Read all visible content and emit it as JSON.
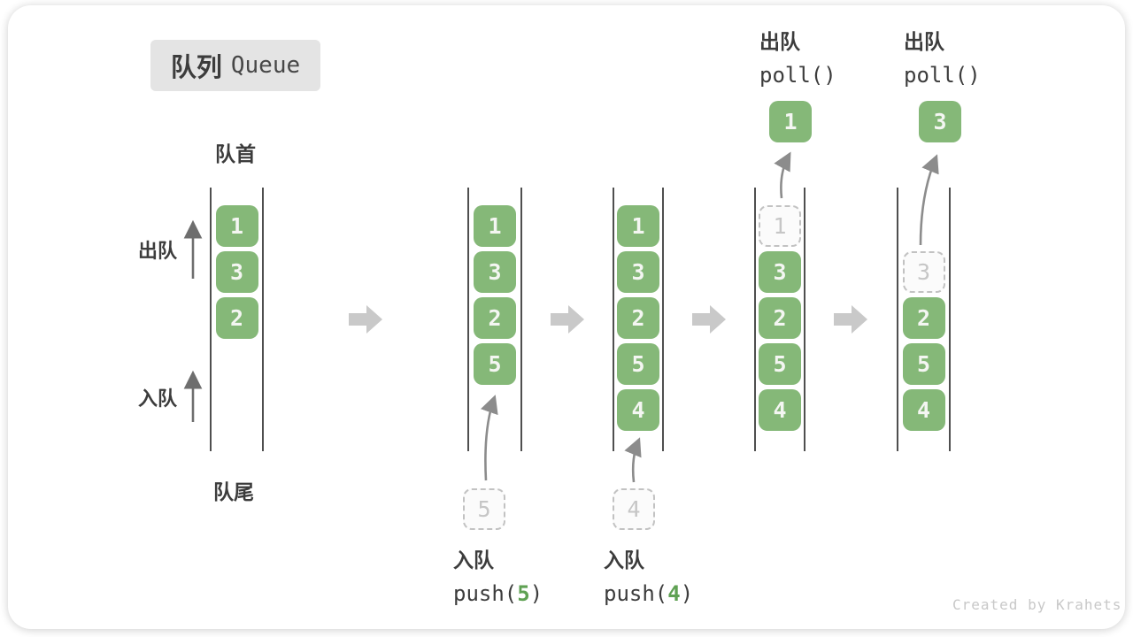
{
  "title": {
    "zh": "队列",
    "en": "Queue"
  },
  "labels": {
    "front": "队首",
    "rear": "队尾",
    "dequeue_side": "出队",
    "enqueue_side": "入队"
  },
  "queue_states": [
    {
      "items": [
        {
          "value": "1",
          "slot": 0
        },
        {
          "value": "3",
          "slot": 1
        },
        {
          "value": "2",
          "slot": 2
        }
      ]
    },
    {
      "items": [
        {
          "value": "1",
          "slot": 0
        },
        {
          "value": "3",
          "slot": 1
        },
        {
          "value": "2",
          "slot": 2
        },
        {
          "value": "5",
          "slot": 3
        }
      ]
    },
    {
      "items": [
        {
          "value": "1",
          "slot": 0
        },
        {
          "value": "3",
          "slot": 1
        },
        {
          "value": "2",
          "slot": 2
        },
        {
          "value": "5",
          "slot": 3
        },
        {
          "value": "4",
          "slot": 4
        }
      ]
    },
    {
      "items": [
        {
          "value": "1",
          "slot": 0,
          "removed": true
        },
        {
          "value": "3",
          "slot": 1
        },
        {
          "value": "2",
          "slot": 2
        },
        {
          "value": "5",
          "slot": 3
        },
        {
          "value": "4",
          "slot": 4
        }
      ]
    },
    {
      "items": [
        {
          "value": "3",
          "slot": 1,
          "removed": true
        },
        {
          "value": "2",
          "slot": 2
        },
        {
          "value": "5",
          "slot": 3
        },
        {
          "value": "4",
          "slot": 4
        }
      ]
    }
  ],
  "staged_items": [
    {
      "value": "5"
    },
    {
      "value": "4"
    }
  ],
  "polled_items": [
    {
      "value": "1"
    },
    {
      "value": "3"
    }
  ],
  "operations": {
    "enqueue": [
      {
        "label": "入队",
        "fn": "push(",
        "arg": "5",
        "close": ")"
      },
      {
        "label": "入队",
        "fn": "push(",
        "arg": "4",
        "close": ")"
      }
    ],
    "dequeue": [
      {
        "label": "出队",
        "code": "poll()"
      },
      {
        "label": "出队",
        "code": "poll()"
      }
    ]
  },
  "watermark": "Created by Krahets",
  "colors": {
    "item_green": "#85b878",
    "item_text": "#f4f6f2",
    "arg_green": "#5fa153",
    "dashed_border": "#c2c2c2",
    "dashed_text": "#c6c6c6",
    "line": "#4f4f4f",
    "transition_arrow": "#c9c9c9",
    "curve_arrow": "#8c8c8c",
    "title_bg": "#e4e4e4",
    "text_dark": "#3c3c3c",
    "watermark": "#c8c8c8"
  }
}
